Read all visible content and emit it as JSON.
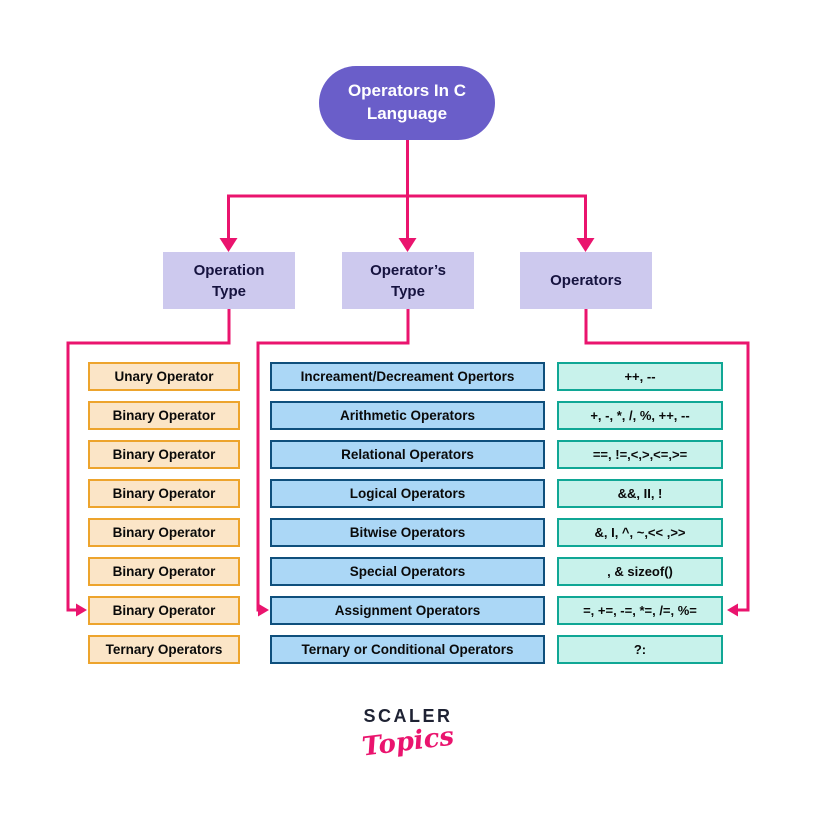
{
  "title": {
    "line1": "Operators In C",
    "line2": "Language"
  },
  "headers": {
    "operation_type": "Operation\nType",
    "operator_type": "Operator’s\nType",
    "operators": "Operators"
  },
  "columns": {
    "operation_type": {
      "rows": [
        "Unary Operator",
        "Binary Operator",
        "Binary Operator",
        "Binary Operator",
        "Binary Operator",
        "Binary Operator",
        "Binary Operator",
        "Ternary Operators"
      ]
    },
    "operator_type": {
      "rows": [
        "Increament/Decreament Opertors",
        "Arithmetic Operators",
        "Relational Operators",
        "Logical Operators",
        "Bitwise Operators",
        "Special Operators",
        "Assignment Operators",
        "Ternary or Conditional Operators"
      ]
    },
    "operators": {
      "rows": [
        "++, --",
        "+, -, *, /, %, ++, --",
        "==, !=,<,>,<=,>=",
        "&&, II, !",
        "&, I, ^, ~,<< ,>>",
        ", & sizeof()",
        "=, +=, -=, *=, /=, %=",
        "?:"
      ]
    }
  },
  "logo": {
    "brand": "SCALER",
    "sub": "Topics"
  },
  "colors": {
    "accent_pink": "#ea146e",
    "pill_purple": "#6a5ec9",
    "header_lavender": "#cdc9ee",
    "orange_fill": "#fbe5c7",
    "orange_border": "#eda42d",
    "blue_fill": "#abd7f6",
    "blue_border": "#0f4f7c",
    "teal_fill": "#c8f2eb",
    "teal_border": "#10a795"
  }
}
